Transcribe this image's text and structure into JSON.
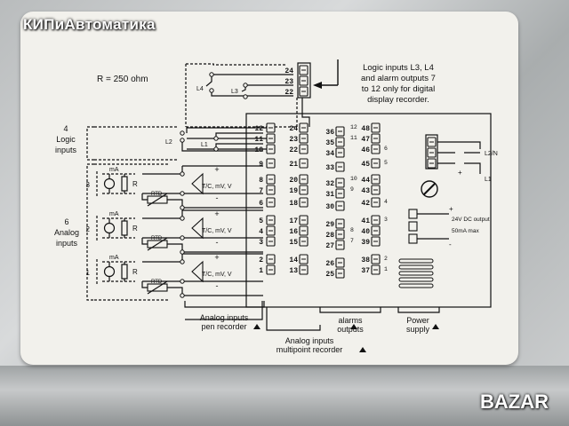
{
  "watermark": "КИПиАвтоматика",
  "brand": "BAZAR",
  "resistor_note": "R = 250 ohm",
  "logic_note": [
    "Logic inputs L3, L4",
    "and alarm outputs 7",
    "to 12 only for digital",
    "display recorder."
  ],
  "left_labels": {
    "logic_inputs": [
      "4",
      "Logic",
      "inputs"
    ],
    "analog_inputs": [
      "6",
      "Analog",
      "inputs"
    ],
    "channels": [
      "3",
      "2",
      "1"
    ],
    "ma": "mA",
    "r": "R",
    "tc": "T/C, mV, V",
    "rtd": "RTD",
    "plus": "+",
    "minus": "-"
  },
  "logic_top": {
    "l4": "L4",
    "l3": "L3"
  },
  "logic_mid": {
    "l2": "L2",
    "l1": "L1"
  },
  "terminals_top": [
    "24",
    "23",
    "22"
  ],
  "terminals_col1": [
    "12",
    "11",
    "10",
    "9",
    "8",
    "7",
    "6",
    "5",
    "4",
    "3",
    "2",
    "1"
  ],
  "terminals_col2": [
    "24",
    "23",
    "22",
    "21",
    "20",
    "19",
    "18",
    "17",
    "16",
    "15",
    "14",
    "13"
  ],
  "terminals_col3": [
    "36",
    "35",
    "34",
    "33",
    "32",
    "31",
    "30",
    "29",
    "28",
    "27",
    "26",
    "25"
  ],
  "terminals_col4": [
    "48",
    "47",
    "46",
    "45",
    "44",
    "43",
    "42",
    "41",
    "40",
    "39",
    "38",
    "37"
  ],
  "relay_numbers": [
    "12",
    "11",
    "6",
    "5",
    "10",
    "9",
    "4",
    "3",
    "8",
    "7",
    "2",
    "1"
  ],
  "power_labels": {
    "l2n": "L2/N",
    "l1": "L1",
    "plus": "+"
  },
  "output_labels": {
    "dc": "24V DC output",
    "max": "50mA max",
    "plus": "+",
    "minus": "-"
  },
  "bottom_labels": {
    "analog_pen": [
      "Analog inputs",
      "pen recorder"
    ],
    "alarms": [
      "alarms",
      "outputs"
    ],
    "power": [
      "Power",
      "supply"
    ],
    "analog_multi": [
      "Analog inputs",
      "multipoint recorder"
    ]
  }
}
